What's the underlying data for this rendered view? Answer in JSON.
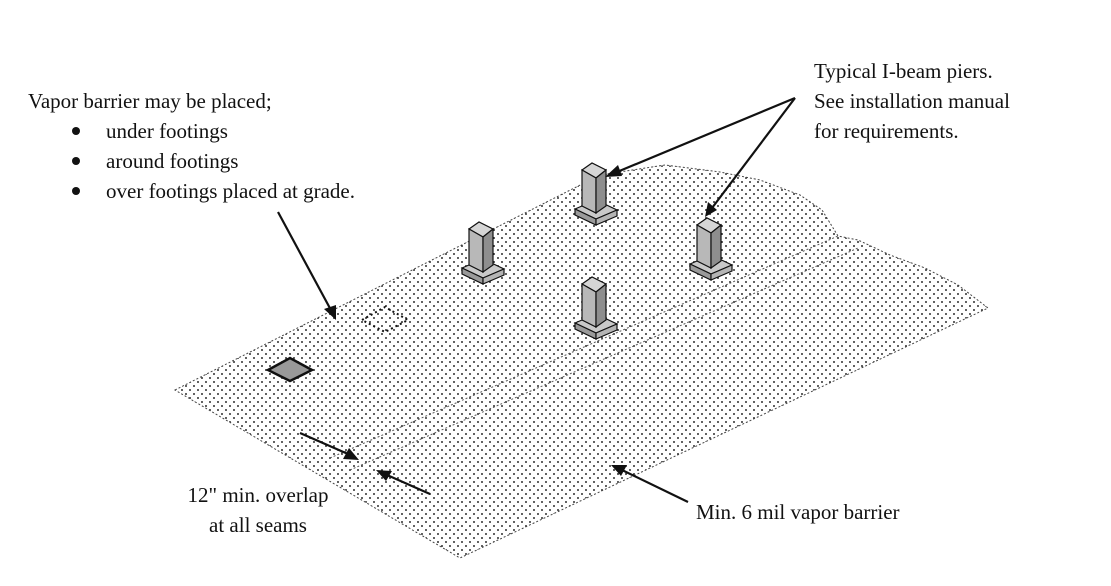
{
  "labels": {
    "vapor_barrier_title": "Vapor barrier may be placed;",
    "bullets": [
      "under footings",
      "around footings",
      "over footings placed at grade."
    ],
    "piers_line1": "Typical I-beam piers.",
    "piers_line2": "See  installation manual",
    "piers_line3": "for  requirements.",
    "overlap_line1": "12\" min. overlap",
    "overlap_line2": "at all seams",
    "barrier_label": "Min. 6 mil vapor barrier"
  },
  "colors": {
    "line": "#111111",
    "pier_fill": "#b8b8b8",
    "pier_dark": "#8e8e8e",
    "dot": "#222222"
  }
}
